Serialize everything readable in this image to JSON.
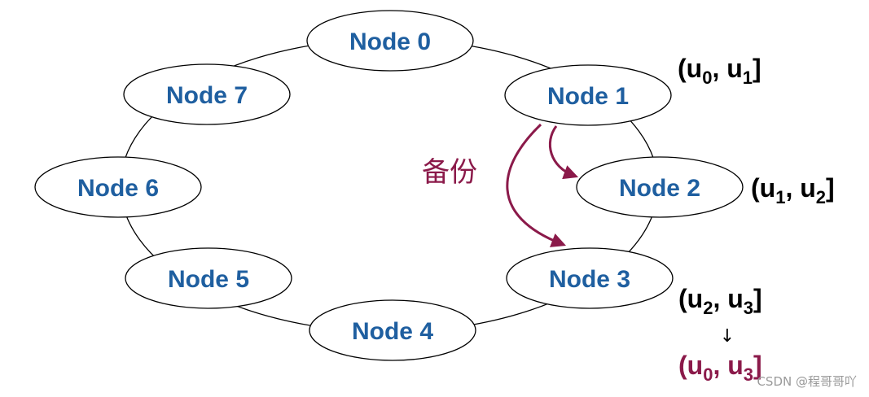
{
  "nodes": [
    {
      "id": "node-0",
      "label": "Node 0"
    },
    {
      "id": "node-1",
      "label": "Node 1"
    },
    {
      "id": "node-2",
      "label": "Node 2"
    },
    {
      "id": "node-3",
      "label": "Node 3"
    },
    {
      "id": "node-4",
      "label": "Node 4"
    },
    {
      "id": "node-5",
      "label": "Node 5"
    },
    {
      "id": "node-6",
      "label": "Node 6"
    },
    {
      "id": "node-7",
      "label": "Node 7"
    }
  ],
  "ranges": {
    "node1": {
      "open": "(",
      "a": "u",
      "a_sub": "0",
      "sep": ", ",
      "b": "u",
      "b_sub": "1",
      "close": "]"
    },
    "node2": {
      "open": "(",
      "a": "u",
      "a_sub": "1",
      "sep": ", ",
      "b": "u",
      "b_sub": "2",
      "close": "]"
    },
    "node3_before": {
      "open": "(",
      "a": "u",
      "a_sub": "2",
      "sep": ", ",
      "b": "u",
      "b_sub": "3",
      "close": "]"
    },
    "node3_after": {
      "open": "(",
      "a": "u",
      "a_sub": "0",
      "sep": ", ",
      "b": "u",
      "b_sub": "3",
      "close": "]"
    }
  },
  "down_arrow": "↓",
  "backup_label": "备份",
  "watermark": "CSDN @程哥哥吖",
  "colors": {
    "node_text": "#1f5fa0",
    "range_text": "#000000",
    "highlight": "#8b1a4a",
    "ring": "#000000",
    "watermark": "#9a9a9a"
  }
}
